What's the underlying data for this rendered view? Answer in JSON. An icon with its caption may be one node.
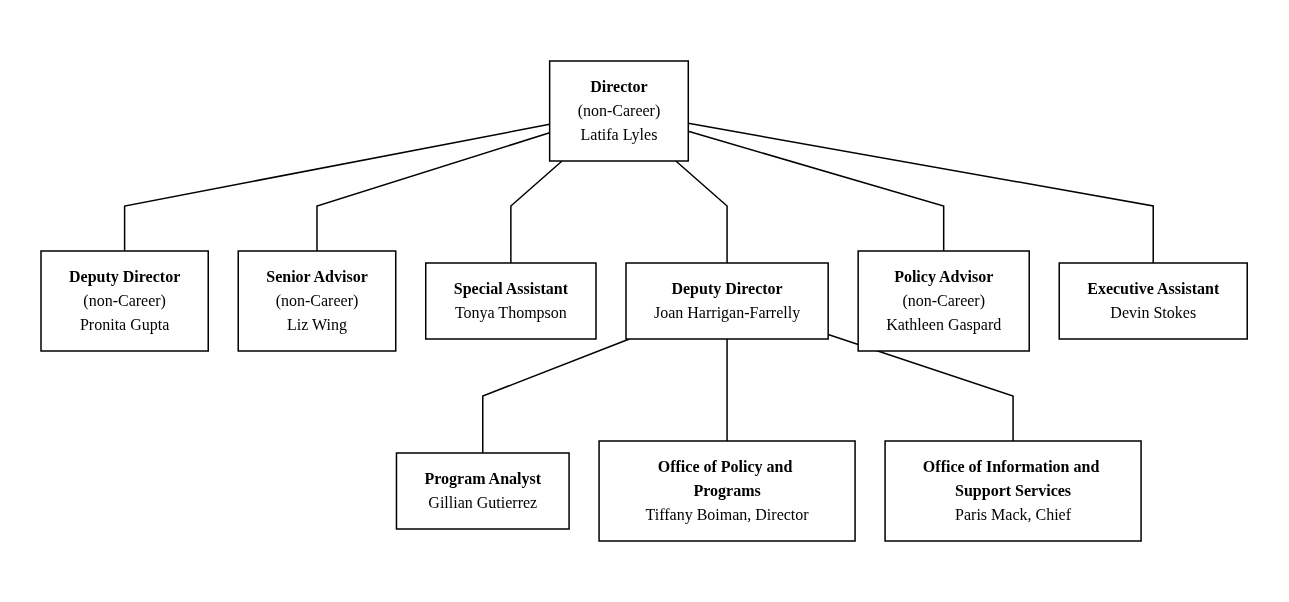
{
  "diagram": {
    "nodes": [
      {
        "text": [
          "Deputy Director",
          "(non-Career)",
          "Pronita Gupta"
        ]
      },
      {
        "text": [
          "Director",
          "(non-Career)",
          "Latifa Lyles"
        ]
      },
      {
        "text": [
          "Policy Advisor",
          "(non-Career)",
          "Kathleen Gaspard"
        ]
      },
      {
        "text": [
          "Senior Advisor",
          "(non-Career)",
          "Liz Wing"
        ]
      },
      {
        "text": [
          "Executive Assistant",
          "Devin Stokes"
        ]
      },
      {
        "text": [
          "Special Assistant",
          "Tonya Thompson"
        ]
      },
      {
        "text": [
          "Deputy Director",
          "Joan Harrigan-Farrelly"
        ]
      },
      {
        "text": [
          "Program Analyst",
          "Gillian Gutierrez"
        ]
      },
      {
        "text": [
          "Office of Policy and Programs",
          "Tiffany Boiman, Director"
        ]
      },
      {
        "text": [
          "Office of Information and Support Services",
          "Paris Mack, Chief"
        ]
      }
    ],
    "edges": [
      {
        "from": 1,
        "to": 0,
        "arrow": "none"
      },
      {
        "from": 1,
        "to": 3,
        "arrow": "none"
      },
      {
        "from": 1,
        "to": 5,
        "arrow": "none"
      },
      {
        "from": 1,
        "to": 2,
        "arrow": "none"
      },
      {
        "from": 1,
        "to": 4,
        "arrow": "none"
      },
      {
        "from": 1,
        "to": 6,
        "arrow": "none"
      },
      {
        "from": 6,
        "to": 7,
        "arrow": "none"
      },
      {
        "from": 6,
        "to": 8,
        "arrow": "none"
      },
      {
        "from": 6,
        "to": 9,
        "arrow": "none"
      }
    ]
  }
}
